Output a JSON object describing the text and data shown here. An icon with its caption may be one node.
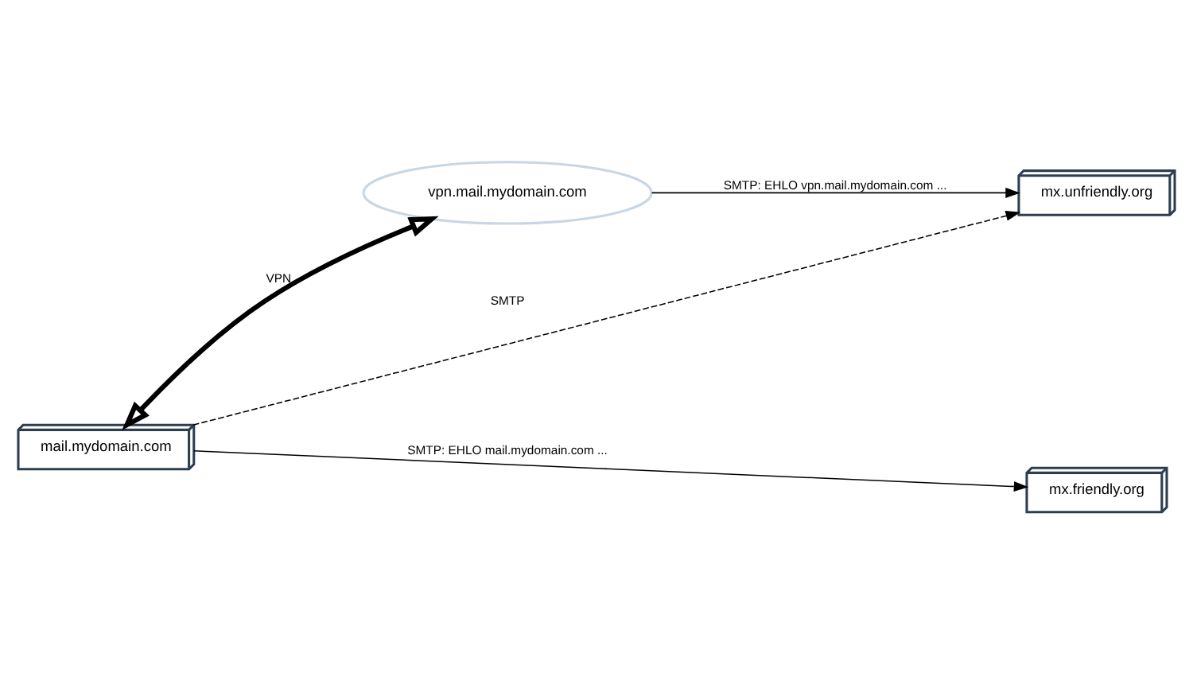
{
  "diagram": {
    "nodes": [
      {
        "text": [
          "mail.mydomain.com"
        ]
      },
      {
        "text": [
          "vpn.mail.mydomain.com"
        ]
      },
      {
        "text": [
          "mx.unfriendly.org"
        ]
      },
      {
        "text": [
          "mx.friendly.org"
        ]
      }
    ],
    "edges": [
      {
        "from": 0,
        "to": 2,
        "arrow": "to",
        "label": "SMTP",
        "style": "dashed"
      },
      {
        "from": 0,
        "to": 1,
        "arrow": "both",
        "label": "VPN",
        "style": "thick"
      },
      {
        "from": 1,
        "to": 2,
        "arrow": "to",
        "label": "SMTP: EHLO vpn.mail.mydomain.com ..."
      },
      {
        "from": 0,
        "to": 3,
        "arrow": "to",
        "label": "SMTP: EHLO mail.mydomain.com ..."
      }
    ]
  }
}
